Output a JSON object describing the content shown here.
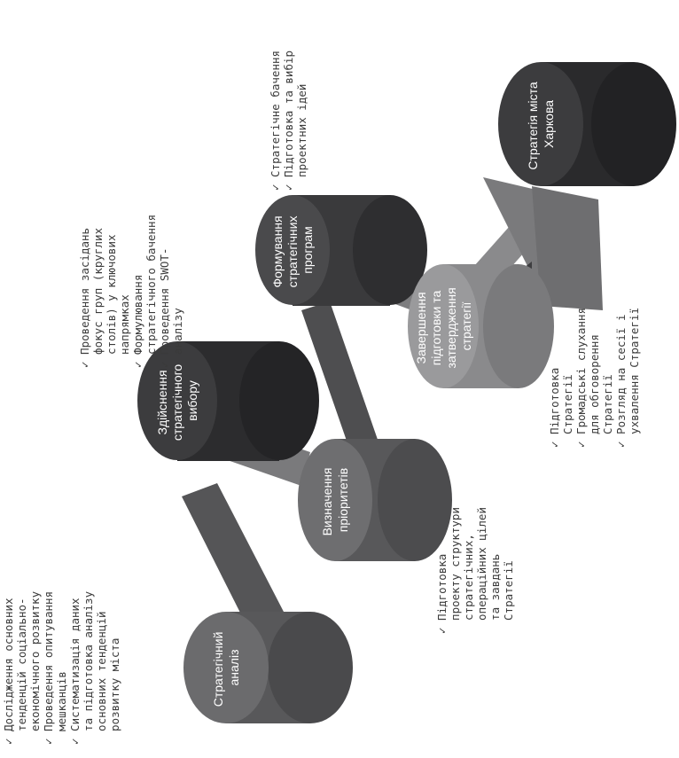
{
  "stages": {
    "analysis": [
      "Стратегічний",
      "аналіз"
    ],
    "choice": [
      "Здійснення",
      "стратегічного",
      "вибору"
    ],
    "priorities": [
      "Визначення",
      "пріоритетів"
    ],
    "programs": [
      "Формування",
      "стратегічних",
      "програм"
    ],
    "completion": [
      "Завершення",
      "підготовки та",
      "затвердження",
      "стратегії"
    ],
    "strategy": [
      "Стратегія міста",
      "Харкова"
    ]
  },
  "notes": {
    "analysis": [
      "✓ Дослідження основних",
      "  тенденцій соціально-",
      "  економічного розвитку",
      "✓ Проведення опитування",
      "  мешканців",
      "✓ Систематизація даних",
      "  та підготовка аналізу",
      "  основних тенденцій",
      "  розвитку міста"
    ],
    "choice": [
      "✓ Проведення засідань",
      "  фокус груп (круглих",
      "  столів) у ключових",
      "  напрямках",
      "✓ Формулювання",
      "  стратегічного бачення",
      "✓ Проведення SWOT-",
      "  аналізу"
    ],
    "priorities": [
      "✓ Підготовка",
      "  проекту структури",
      "  стратегічних,",
      "  операційних цілей",
      "  та завдань",
      "  Стратегії"
    ],
    "programs": [
      "✓ Стратегічне бачення",
      "✓ Підготовка та вибір",
      "  проектних ідей"
    ],
    "completion": [
      "✓ Підготовка",
      "  Стратегії",
      "✓ Громадські слухання",
      "  для обговорення",
      "  Стратегії",
      "✓ Розгляд на сесії і",
      "  ухвалення Стратегії"
    ]
  },
  "colors": {
    "dark_cylinder": "#3c3c3e",
    "dark_cylinder_side": "#2a2a2c",
    "mid_cylinder": "#6b6b6d",
    "mid_cylinder_side": "#58585a",
    "connector": "#7d7d7f",
    "connector_dark": "#5a5a5c",
    "note_text": "#3a3a3a"
  }
}
